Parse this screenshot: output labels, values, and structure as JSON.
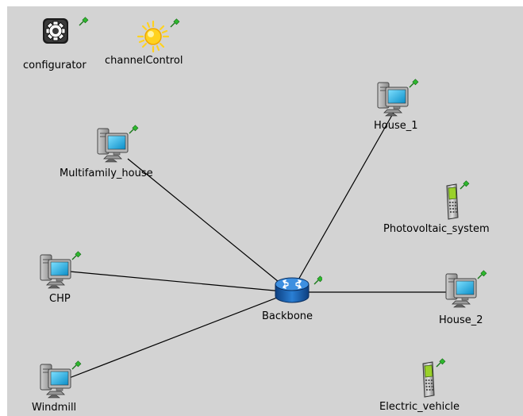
{
  "colors": {
    "canvas_bg": "#d3d3d3",
    "link": "#000000",
    "router_blue": "#1f6fc0",
    "sun_yellow": "#ffd21f",
    "pc_screen": "#20b8e8",
    "phone_screen": "#9ad12a",
    "pin_green": "#2eb82e"
  },
  "nodes": {
    "configurator": {
      "label": "configurator",
      "icon": "gear-icon"
    },
    "channelControl": {
      "label": "channelControl",
      "icon": "sun-icon"
    },
    "house_1": {
      "label": "House_1",
      "icon": "computer-icon"
    },
    "multifamily_house": {
      "label": "Multifamily_house",
      "icon": "computer-icon"
    },
    "photovoltaic_system": {
      "label": "Photovoltaic_system",
      "icon": "mobile-phone-icon"
    },
    "chp": {
      "label": "CHP",
      "icon": "computer-icon"
    },
    "backbone": {
      "label": "Backbone",
      "icon": "router-icon"
    },
    "house_2": {
      "label": "House_2",
      "icon": "computer-icon"
    },
    "windmill": {
      "label": "Windmill",
      "icon": "computer-icon"
    },
    "electric_vehicle": {
      "label": "Electric_vehicle",
      "icon": "mobile-phone-icon"
    }
  },
  "connections": [
    {
      "from": "backbone",
      "to": "house_1"
    },
    {
      "from": "backbone",
      "to": "multifamily_house"
    },
    {
      "from": "backbone",
      "to": "chp"
    },
    {
      "from": "backbone",
      "to": "windmill"
    },
    {
      "from": "backbone",
      "to": "house_2"
    }
  ]
}
